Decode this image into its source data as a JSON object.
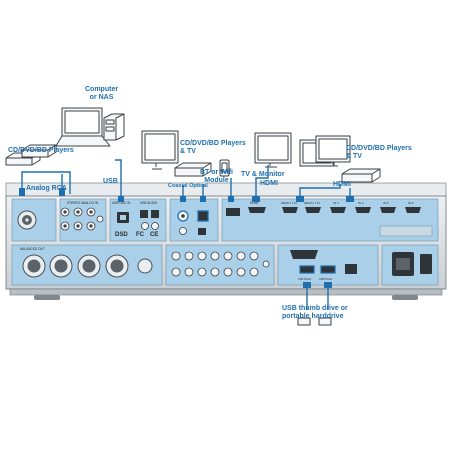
{
  "callouts": {
    "cd_players_left": "CD/DVD/BD Players",
    "analog_rca": "Analog RCA",
    "computer_nas": [
      "Computer",
      "or NAS"
    ],
    "usb": "USB",
    "cd_players_tv_center": [
      "CD/DVD/BD Players",
      "& TV"
    ],
    "coaxial_optical": "Coaxial Optical",
    "bt_wifi": [
      "BT or Wifi",
      "Module"
    ],
    "tv_monitor": "TV & Monitor",
    "hdmi_center": "HDMI",
    "cd_players_tv_right": [
      "CD/DVD/BD Players",
      "& TV"
    ],
    "hdmi_right": "HDMI",
    "usb_drive": [
      "USB thumb drive or",
      "portable harddrive"
    ]
  },
  "panel_labels": {
    "stereo_analog_in": "STEREO ANALOG IN",
    "usb_dac_in": "USB DAC IN",
    "usb_audio_2": "USB AUDIO",
    "dsd": "DSD",
    "fc": "FC",
    "ce": "CE",
    "hdmi_out": "HDMI",
    "hdmi_in_1": "HDMI 1 / IN",
    "hdmi_in_2": "HDMI 2 / IN",
    "hdmi_in_3": "IN 3",
    "hdmi_in_4": "IN 4",
    "hdmi_in_5": "IN 5",
    "hdmi_in_6": "IN 6",
    "balanced_out": "BALANCED OUT",
    "usb_port_1": "USB 5V/2A",
    "usb_port_2": "USB 5V/2A"
  },
  "colors": {
    "accent_blue": "#1f6fae",
    "panel_blue": "#a9cfe9",
    "chassis": "#d8dde0",
    "chassis_dark": "#6d7479"
  }
}
